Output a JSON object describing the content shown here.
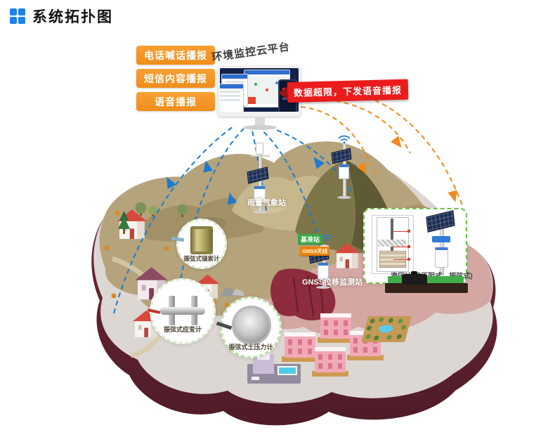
{
  "header": {
    "title": "系统拓扑图"
  },
  "broadcast": {
    "items": [
      {
        "label": "电话喊话播报"
      },
      {
        "label": "短信内容播报"
      },
      {
        "label": "语音播报"
      }
    ]
  },
  "platform": {
    "title": "环境监控云平台",
    "alert": "数据超限，下发语音播报"
  },
  "stations": {
    "rain": "雨量气象站",
    "base_badge": "基准站",
    "antenna_badge": "GNSS天线",
    "gnss": "GNSS位移监测站",
    "piezometer": "渗压计(硅压阻式、振弦式)"
  },
  "sensors": [
    {
      "label": "振弦式锚索计"
    },
    {
      "label": "振弦式应变计"
    },
    {
      "label": "振弦式土压力计"
    }
  ],
  "colors": {
    "accent_blue": "#1b84e8",
    "button_orange": "#f29024",
    "alert_red": "#ea1c1c",
    "badge_green": "#3ba648",
    "badge_orange": "#ef8200",
    "arrow_blue": "#1d7ad0",
    "arrow_orange": "#f08a1d",
    "box_green": "#6cc04f"
  }
}
